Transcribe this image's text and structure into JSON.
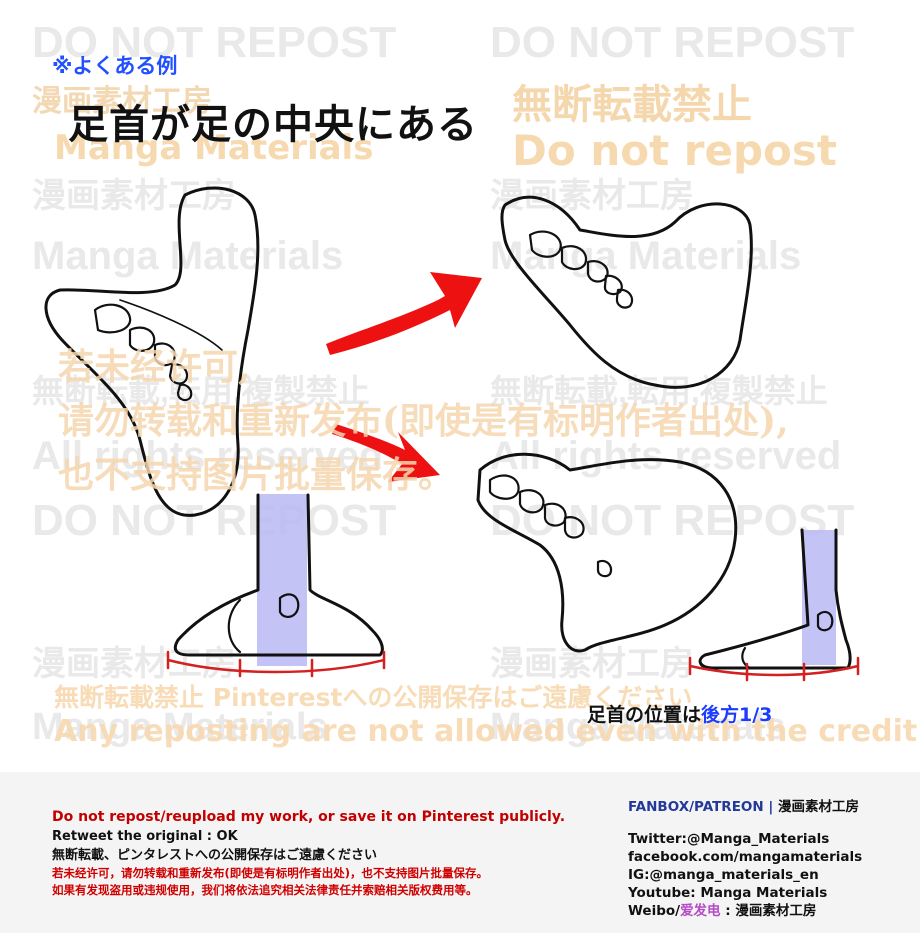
{
  "watermarks": {
    "do_not_repost": "DO NOT REPOST",
    "mudan_jp": "無断転載禁止",
    "do_not_repost_mixed": "Do not repost",
    "manga_materials": "Manga Materials",
    "studio_jp": "漫画素材工房",
    "mudan_tenyo": "無断転載,転用,複製禁止",
    "cn_line1": "若未经许可,",
    "cn_line2": "请勿转载和重新发布(即使是有标明作者出处),",
    "cn_line3": "也不支持图片批量保存。",
    "all_rights": "All rights reserved",
    "pinterest_jp": "無断転載禁止 Pinterestへの公開保存はご遠慮ください",
    "any_reposting": "Any reposting are not allowed even with the credit."
  },
  "header": {
    "label": "※よくある例",
    "title": "足首が足の中央にある"
  },
  "caption": {
    "prefix": "足首の位置は",
    "accent": "後方1/3"
  },
  "footer": {
    "left": {
      "line1": "Do not repost/reupload my work, or save it on Pinterest publicly.",
      "line2": "Retweet the original : OK",
      "line3": "無断転載、ピンタレストへの公開保存はご遠慮ください",
      "line4": "若未经许可，请勿转载和重新发布(即使是有标明作者出处)，也不支持图片批量保存。",
      "line5": "如果有发现盗用或违规使用，我们将依法追究相关法律责任并索赔相关版权费用等。"
    },
    "right": {
      "fanbox": "FANBOX/PATREON",
      "sep": " | ",
      "studio": "漫画素材工房",
      "twitter": "Twitter:@Manga_Materials",
      "facebook": "facebook.com/mangamaterials",
      "ig": "IG:@manga_materials_en",
      "youtube": "Youtube: Manga Materials",
      "weibo_prefix": "Weibo/",
      "weibo_accent": "爱发电",
      "weibo_suffix": " : 漫画素材工房"
    }
  },
  "colors": {
    "arrow": "#ee1111",
    "ankle_highlight": "#b9b9f5",
    "measure": "#d42020",
    "heading_blue": "#2150ff"
  },
  "icons": [
    "arrow-up-right-icon",
    "arrow-down-right-icon"
  ]
}
